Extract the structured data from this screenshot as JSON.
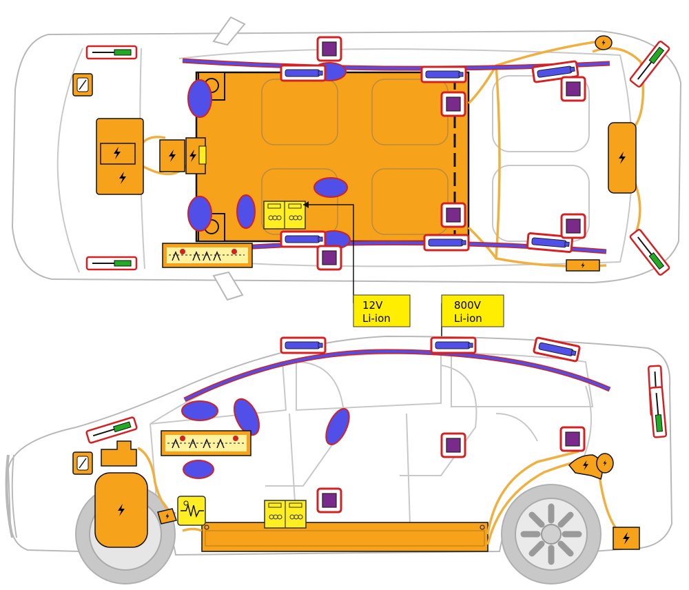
{
  "callouts": {
    "battery_12v": {
      "line1": "12V",
      "line2": "Li-ion"
    },
    "battery_hv": {
      "line1": "800V",
      "line2": "Li-ion"
    }
  },
  "symbols": {
    "high_voltage": "ϟ"
  },
  "colors": {
    "hv_component": "#f7a21b",
    "battery_12v": "#ffee22",
    "callout_bg": "#ffee00",
    "airbag": "#5050e8",
    "airbag_outline": "#d42020",
    "seatbelt_pretensioner": "#7a2a8a",
    "cable": "#f0b040",
    "strut": "#22aa22",
    "car_outline": "#b8b8b8"
  },
  "legend_icons": [
    "airbag-icon",
    "gas-inflator-icon",
    "seatbelt-pretensioner-icon",
    "gas-strut-icon",
    "high-voltage-icon",
    "low-voltage-battery-icon",
    "hv-cable-icon"
  ]
}
